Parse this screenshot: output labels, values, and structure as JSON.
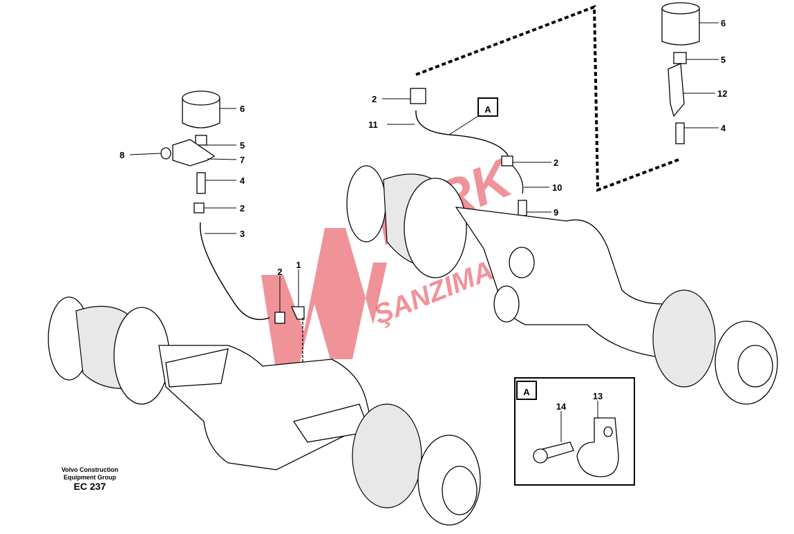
{
  "diagram": {
    "callouts_left": {
      "c6": "6",
      "c5": "5",
      "c7": "7",
      "c8": "8",
      "c4": "4",
      "c2a": "2",
      "c3": "3",
      "c2b": "2",
      "c1": "1"
    },
    "callouts_right": {
      "c2a": "2",
      "c11": "11",
      "view_a": "A",
      "c2b": "2",
      "c10": "10",
      "c9": "9",
      "c6": "6",
      "c5": "5",
      "c12": "12",
      "c4": "4"
    },
    "inset": {
      "label": "A",
      "c14": "14",
      "c13": "13"
    }
  },
  "watermark": {
    "line1": "TÜRK",
    "line2": "ŞANZIMAN",
    "color": "#e43a46"
  },
  "footer": {
    "company_line1": "Volvo Construction",
    "company_line2": "Equipment Group",
    "code": "EC 237"
  }
}
